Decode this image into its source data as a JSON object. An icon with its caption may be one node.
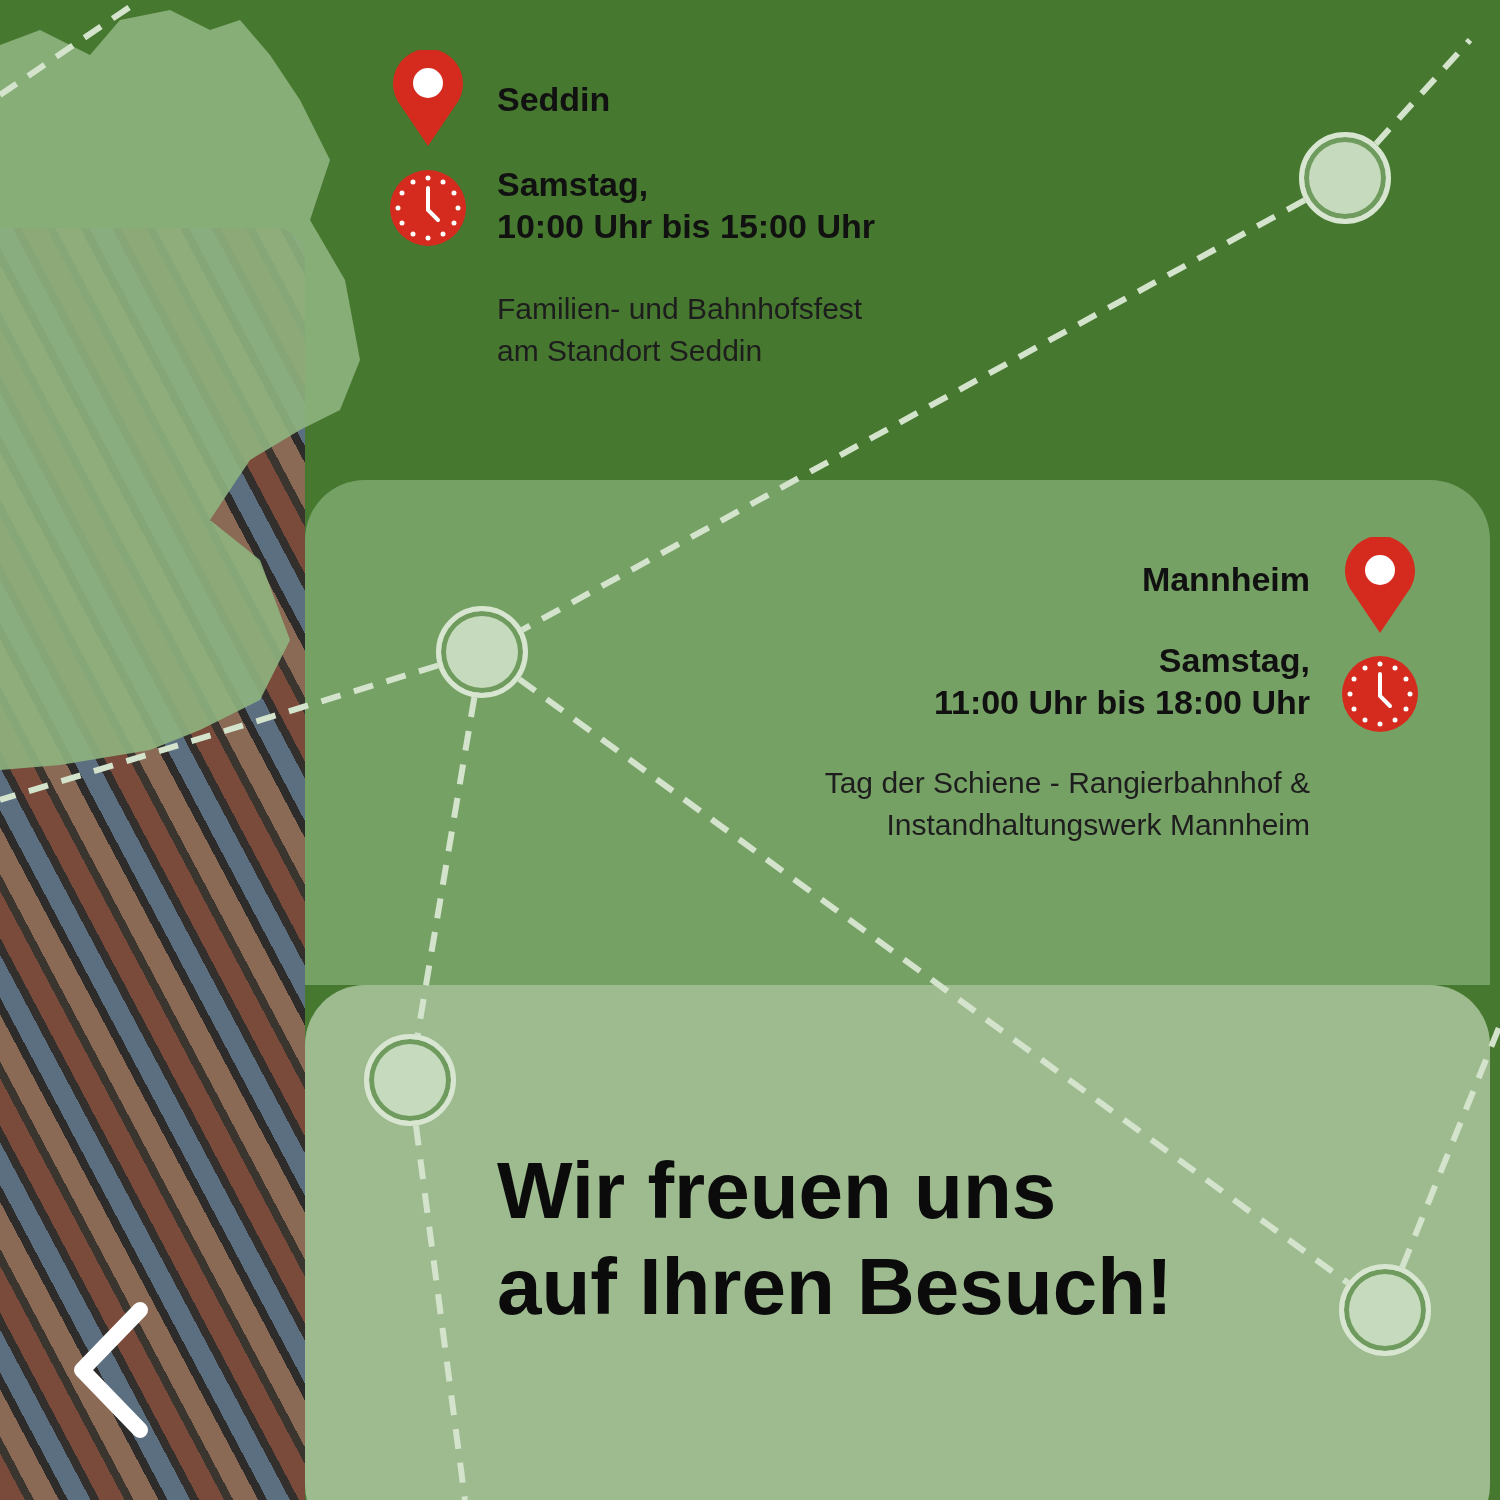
{
  "diagram": {
    "nodes": [
      {
        "text": [],
        "shape": "circle"
      },
      {
        "text": [
          "Mannheim",
          "Samstag, 11:00 Uhr bis 18:00 Uhr",
          "Tag der Schiene - Rangierbahnhof & Instandhaltungswerk Mannheim"
        ]
      },
      {
        "text": [],
        "shape": "circle",
        "in": 1
      },
      {
        "text": [
          "Wir freuen uns auf Ihren Besuch!"
        ]
      },
      {
        "text": [],
        "shape": "circle",
        "in": 3
      },
      {
        "text": [],
        "shape": "circle",
        "in": 3
      }
    ],
    "edges": [
      {
        "from": 0,
        "to": null,
        "arrow": "none"
      },
      {
        "from": 0,
        "to": 2,
        "arrow": "none"
      },
      {
        "from": 2,
        "to": null,
        "arrow": "none"
      },
      {
        "from": 2,
        "to": 4,
        "arrow": "none"
      },
      {
        "from": 2,
        "to": 5,
        "arrow": "none"
      },
      {
        "from": 4,
        "to": null,
        "arrow": "none"
      },
      {
        "from": 5,
        "to": null,
        "arrow": "none"
      }
    ],
    "labels": [
      "Seddin",
      "Samstag, 10:00 Uhr bis 15:00 Uhr",
      "Familien- und Bahnhofsfest am Standort Seddin"
    ]
  }
}
